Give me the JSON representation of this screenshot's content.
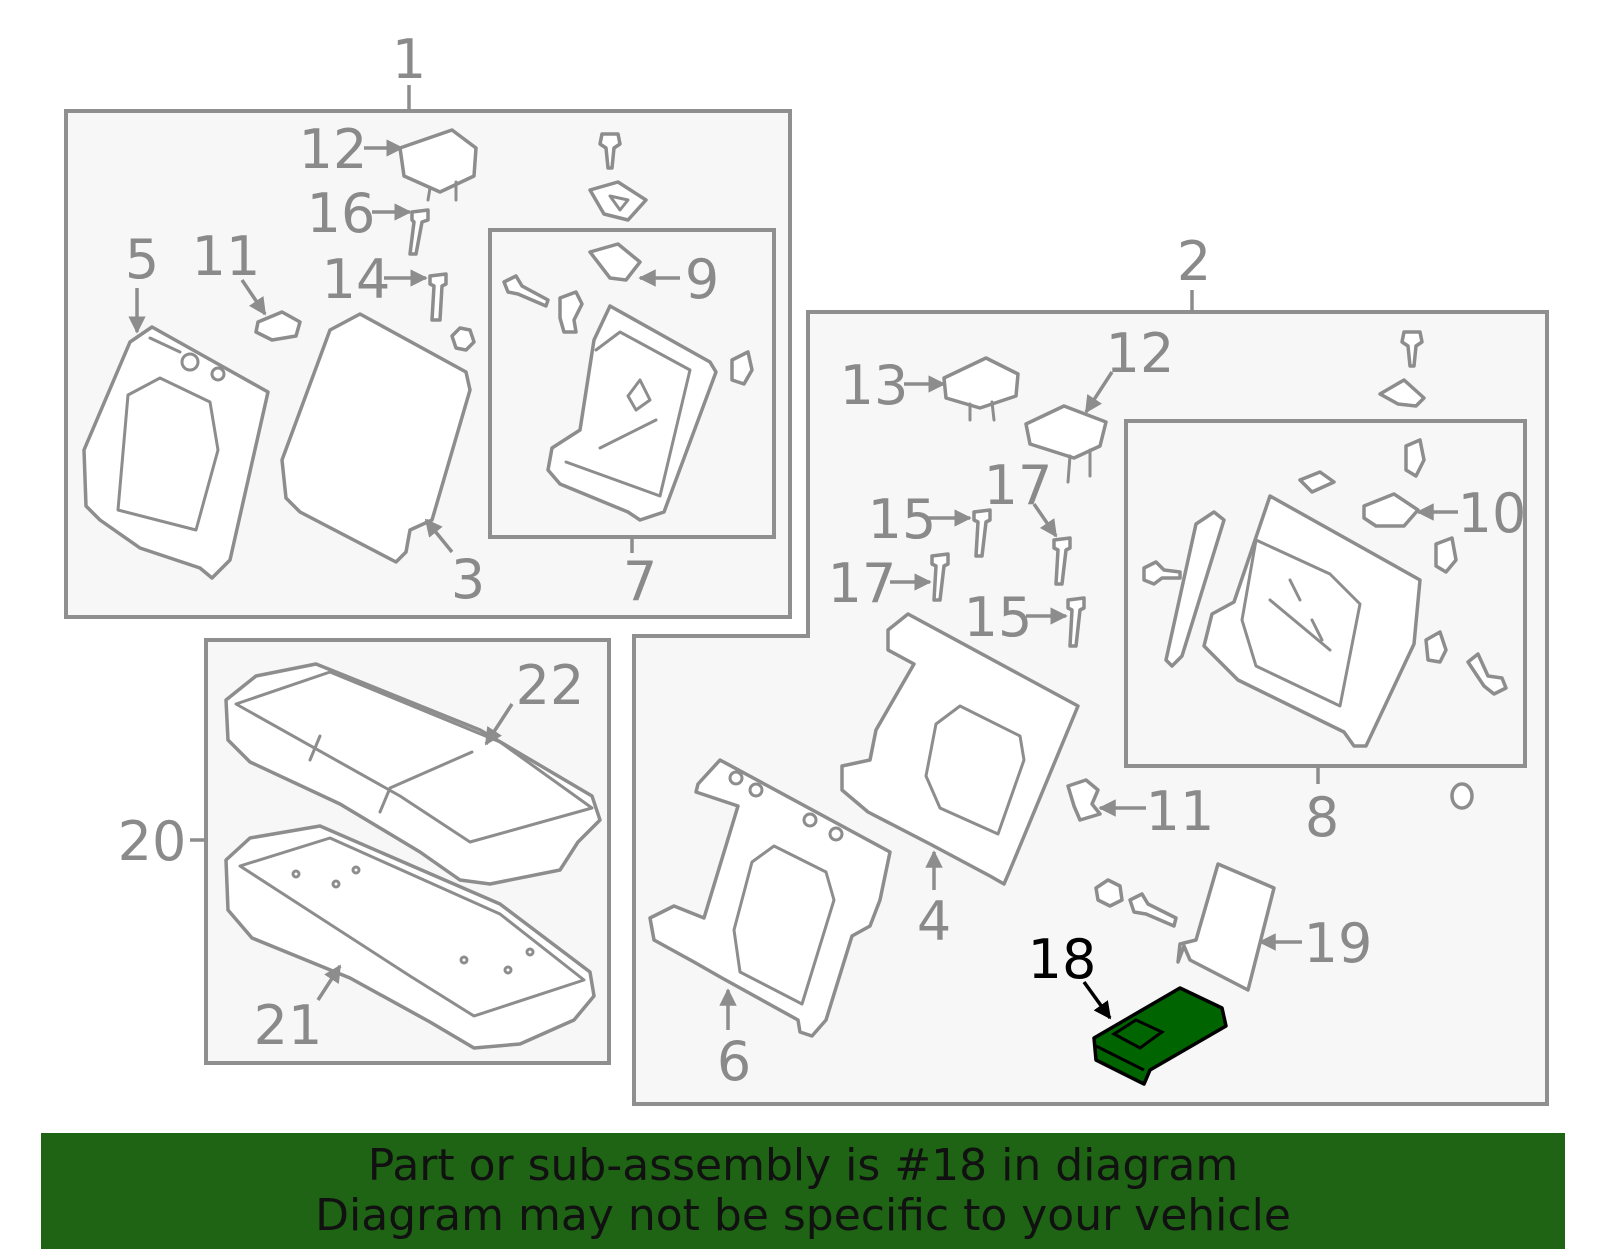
{
  "diagram": {
    "labels": {
      "p1": "1",
      "p2": "2",
      "p3": "3",
      "p4": "4",
      "p5": "5",
      "p6": "6",
      "p7": "7",
      "p8": "8",
      "p9": "9",
      "p10": "10",
      "p11a": "11",
      "p11b": "11",
      "p12a": "12",
      "p12b": "12",
      "p13": "13",
      "p14": "14",
      "p15a": "15",
      "p15b": "15",
      "p16": "16",
      "p17a": "17",
      "p17b": "17",
      "p18": "18",
      "p19": "19",
      "p20": "20",
      "p21": "21",
      "p22": "22"
    },
    "highlight_part": "18",
    "colors": {
      "line": "#8d8d8d",
      "highlight": "#006400",
      "banner": "#1e6414",
      "box_fill": "#f7f7f7"
    }
  },
  "banner": {
    "line1": "Part or sub-assembly is #18 in diagram",
    "line2": "Diagram may not be specific to your vehicle"
  }
}
